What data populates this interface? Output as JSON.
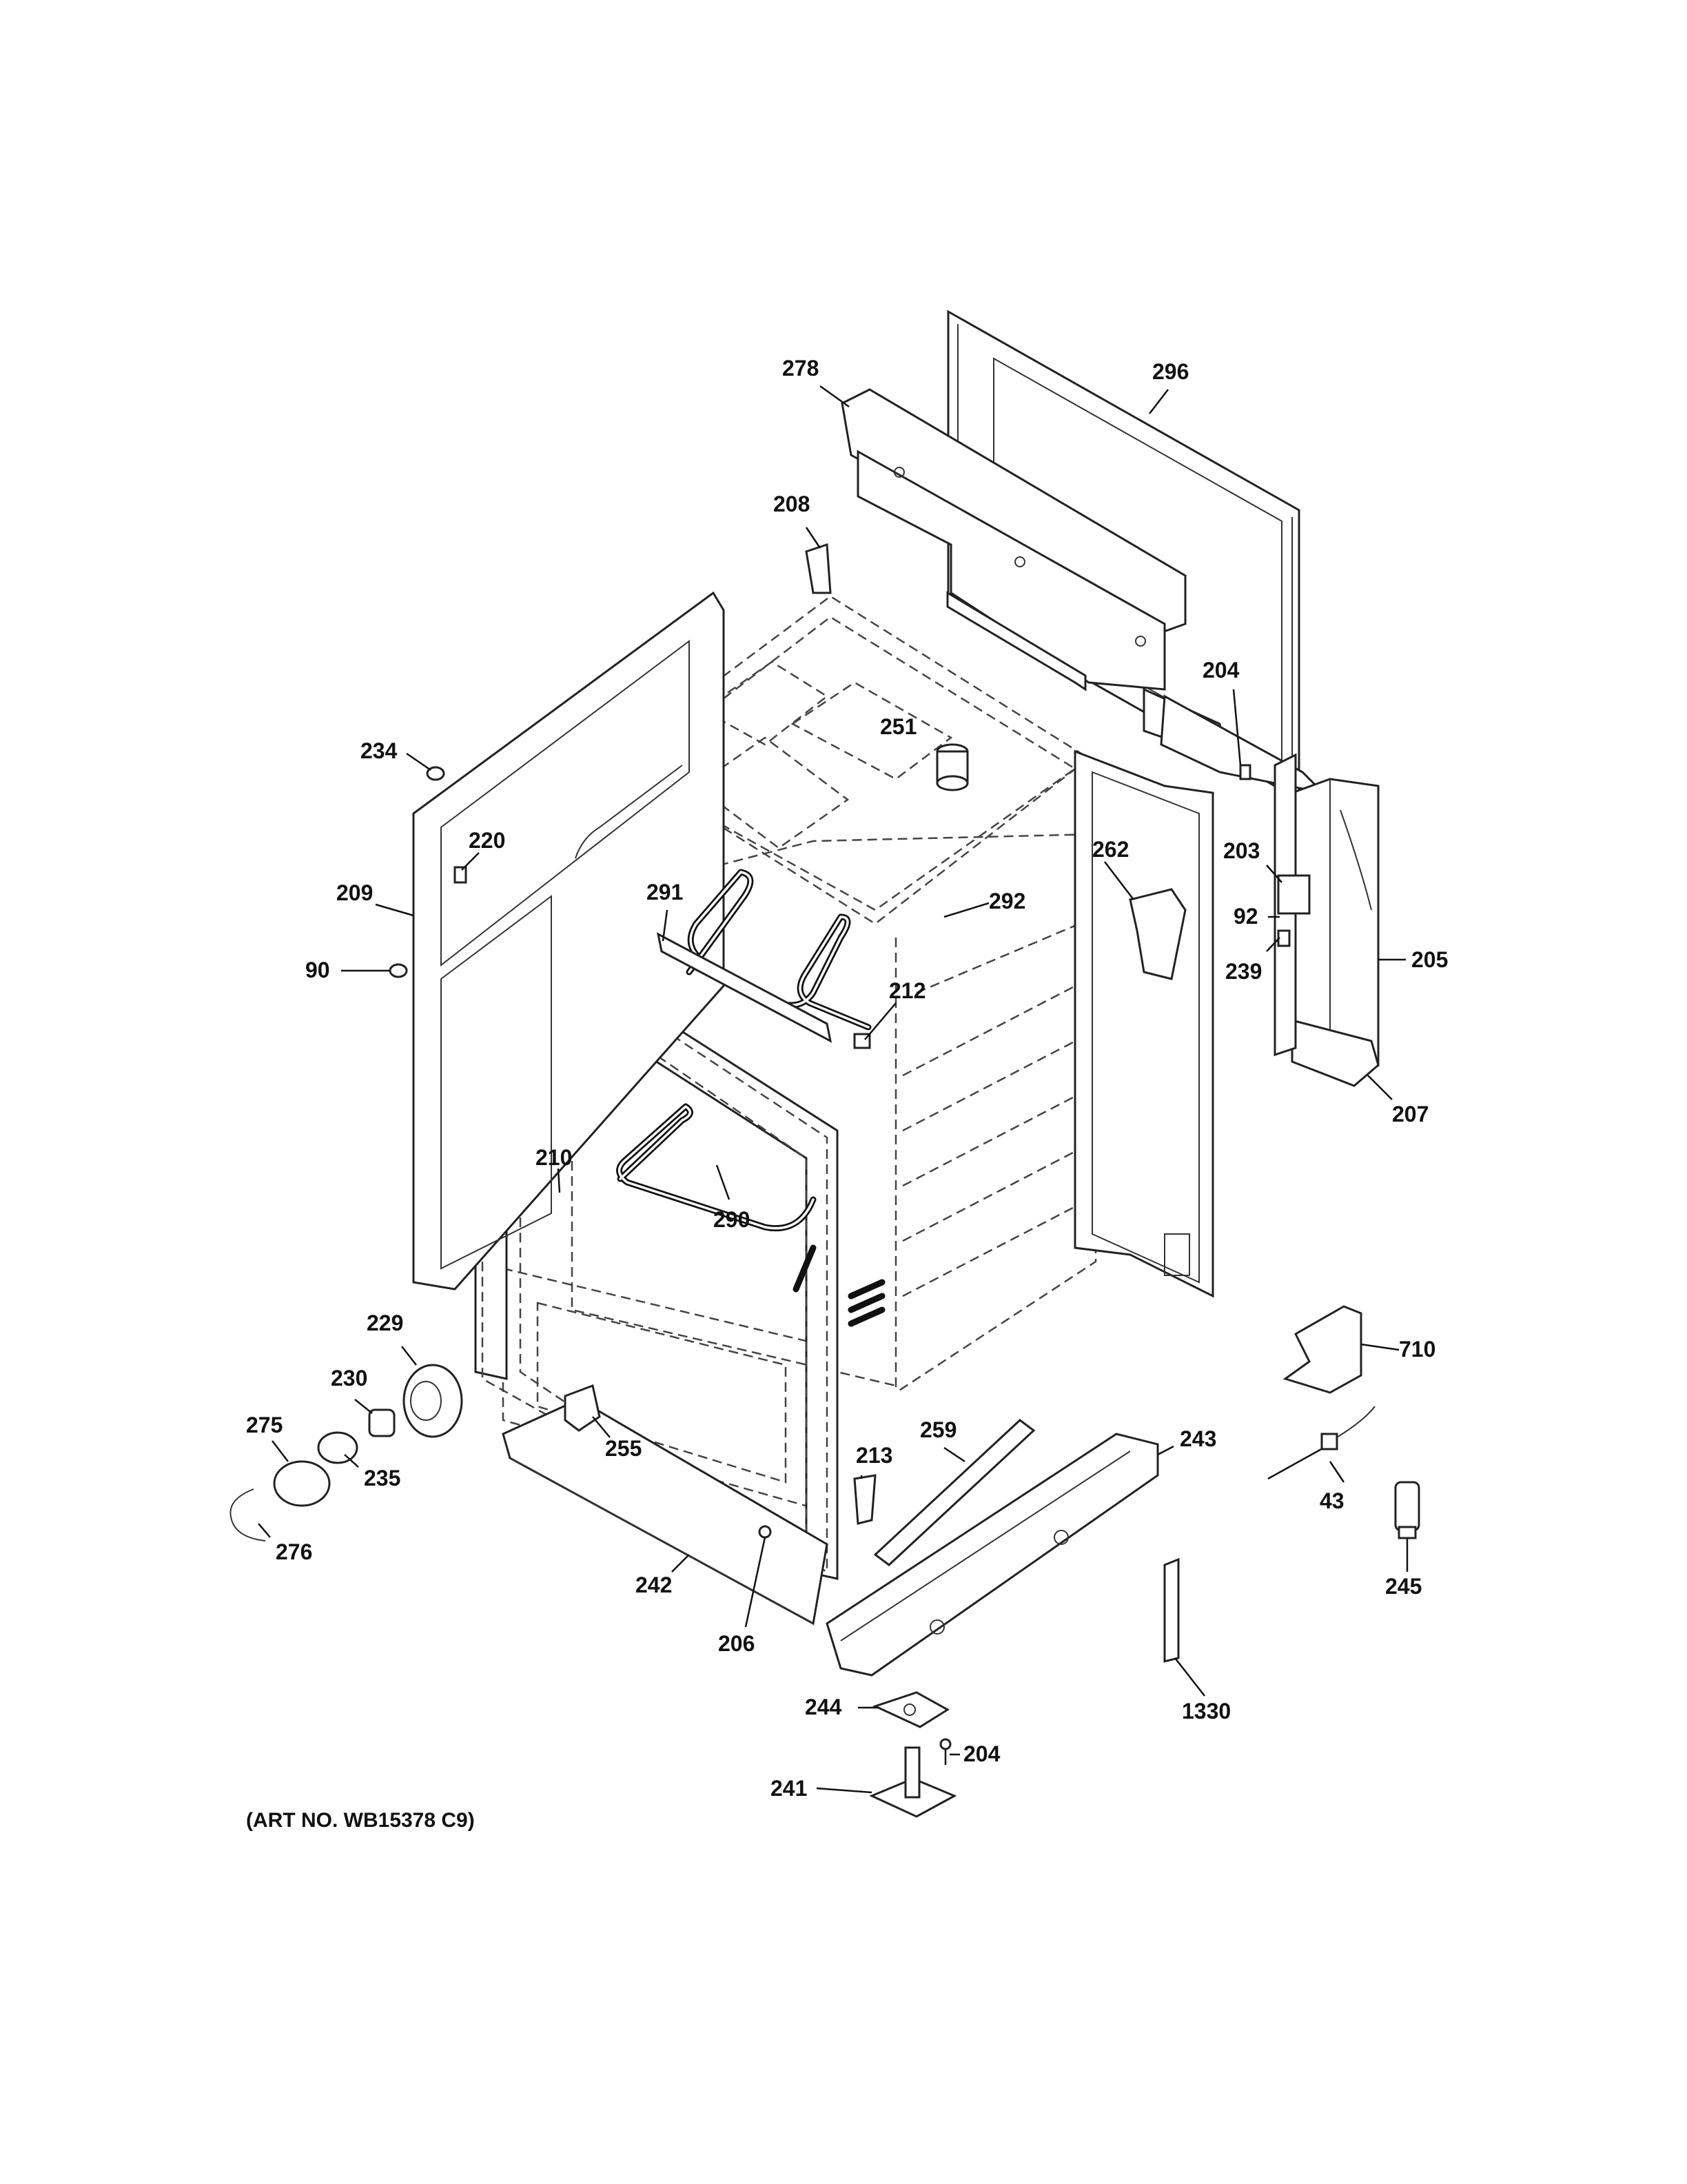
{
  "title": "",
  "art_number": "(ART NO. WB15378 C9)",
  "callouts": [
    {
      "id": "278",
      "text": "278",
      "part": "rear-panel-top-trim"
    },
    {
      "id": "296",
      "text": "296",
      "part": "rear-panel"
    },
    {
      "id": "208",
      "text": "208",
      "part": "top-bracket"
    },
    {
      "id": "204a",
      "text": "204",
      "part": "screw"
    },
    {
      "id": "251",
      "text": "251",
      "part": "vent-duct"
    },
    {
      "id": "234",
      "text": "234",
      "part": "clip"
    },
    {
      "id": "220",
      "text": "220",
      "part": "side-clip"
    },
    {
      "id": "209",
      "text": "209",
      "part": "side-panel"
    },
    {
      "id": "90",
      "text": "90",
      "part": "plug-button"
    },
    {
      "id": "262",
      "text": "262",
      "part": "sensor-bracket"
    },
    {
      "id": "203",
      "text": "203",
      "part": "terminal-block"
    },
    {
      "id": "92",
      "text": "92",
      "part": "bracket"
    },
    {
      "id": "239",
      "text": "239",
      "part": "clip"
    },
    {
      "id": "205",
      "text": "205",
      "part": "wire-cover"
    },
    {
      "id": "207",
      "text": "207",
      "part": "cover-bracket"
    },
    {
      "id": "291",
      "text": "291",
      "part": "broil-element"
    },
    {
      "id": "292",
      "text": "292",
      "part": "broil-element-bracket"
    },
    {
      "id": "212",
      "text": "212",
      "part": "element-clip"
    },
    {
      "id": "210",
      "text": "210",
      "part": "bake-element-bracket"
    },
    {
      "id": "290",
      "text": "290",
      "part": "bake-element"
    },
    {
      "id": "229",
      "text": "229",
      "part": "light-housing"
    },
    {
      "id": "230",
      "text": "230",
      "part": "light-socket"
    },
    {
      "id": "275",
      "text": "275",
      "part": "light-lens"
    },
    {
      "id": "235",
      "text": "235",
      "part": "light-bulb"
    },
    {
      "id": "276",
      "text": "276",
      "part": "lens-wire-clip"
    },
    {
      "id": "255",
      "text": "255",
      "part": "drawer-stop"
    },
    {
      "id": "242",
      "text": "242",
      "part": "bottom-panel"
    },
    {
      "id": "206",
      "text": "206",
      "part": "screw"
    },
    {
      "id": "213",
      "text": "213",
      "part": "clip"
    },
    {
      "id": "259",
      "text": "259",
      "part": "drawer-rail"
    },
    {
      "id": "243",
      "text": "243",
      "part": "base-frame"
    },
    {
      "id": "710",
      "text": "710",
      "part": "anti-tip-bracket"
    },
    {
      "id": "43",
      "text": "43",
      "part": "temperature-sensor"
    },
    {
      "id": "245",
      "text": "245",
      "part": "leveling-leg"
    },
    {
      "id": "1330",
      "text": "1330",
      "part": "bracket"
    },
    {
      "id": "244",
      "text": "244",
      "part": "leg-plate"
    },
    {
      "id": "204b",
      "text": "204",
      "part": "screw"
    },
    {
      "id": "241",
      "text": "241",
      "part": "leveling-foot"
    }
  ]
}
